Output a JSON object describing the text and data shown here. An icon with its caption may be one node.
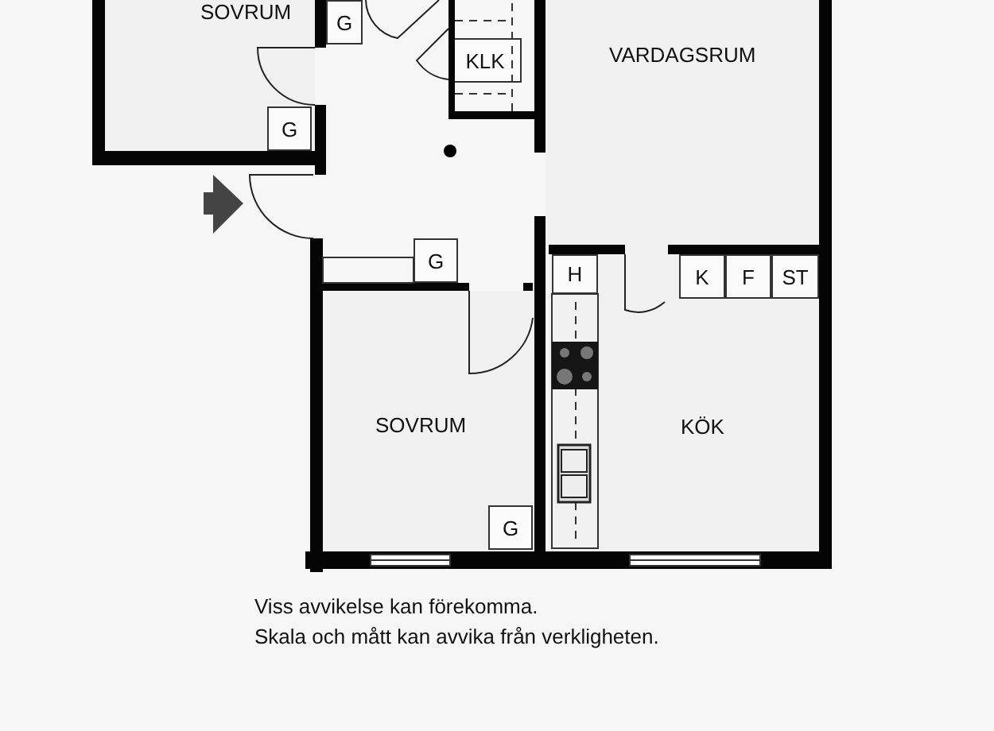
{
  "diagram": {
    "nodes": [
      {
        "text": [
          "SOVRUM"
        ]
      },
      {
        "text": [
          "G"
        ],
        "in": 0
      },
      {
        "text": [
          "G"
        ]
      },
      {
        "text": [
          "KLK"
        ]
      },
      {
        "text": [
          "VARDAGSRUM"
        ]
      },
      {
        "text": [
          "G"
        ]
      },
      {
        "text": [
          "SOVRUM"
        ]
      },
      {
        "text": [
          "G"
        ],
        "in": 6
      },
      {
        "text": [
          "KÖK"
        ]
      },
      {
        "text": [
          "H"
        ],
        "in": 8
      },
      {
        "text": [
          "K"
        ],
        "in": 8
      },
      {
        "text": [
          "F"
        ],
        "in": 8
      },
      {
        "text": [
          "ST"
        ],
        "in": 8
      }
    ],
    "edges": [],
    "labels": [
      "Viss avvikelse kan förekomma.",
      "Skala och mått kan avvika från verkligheten."
    ]
  }
}
